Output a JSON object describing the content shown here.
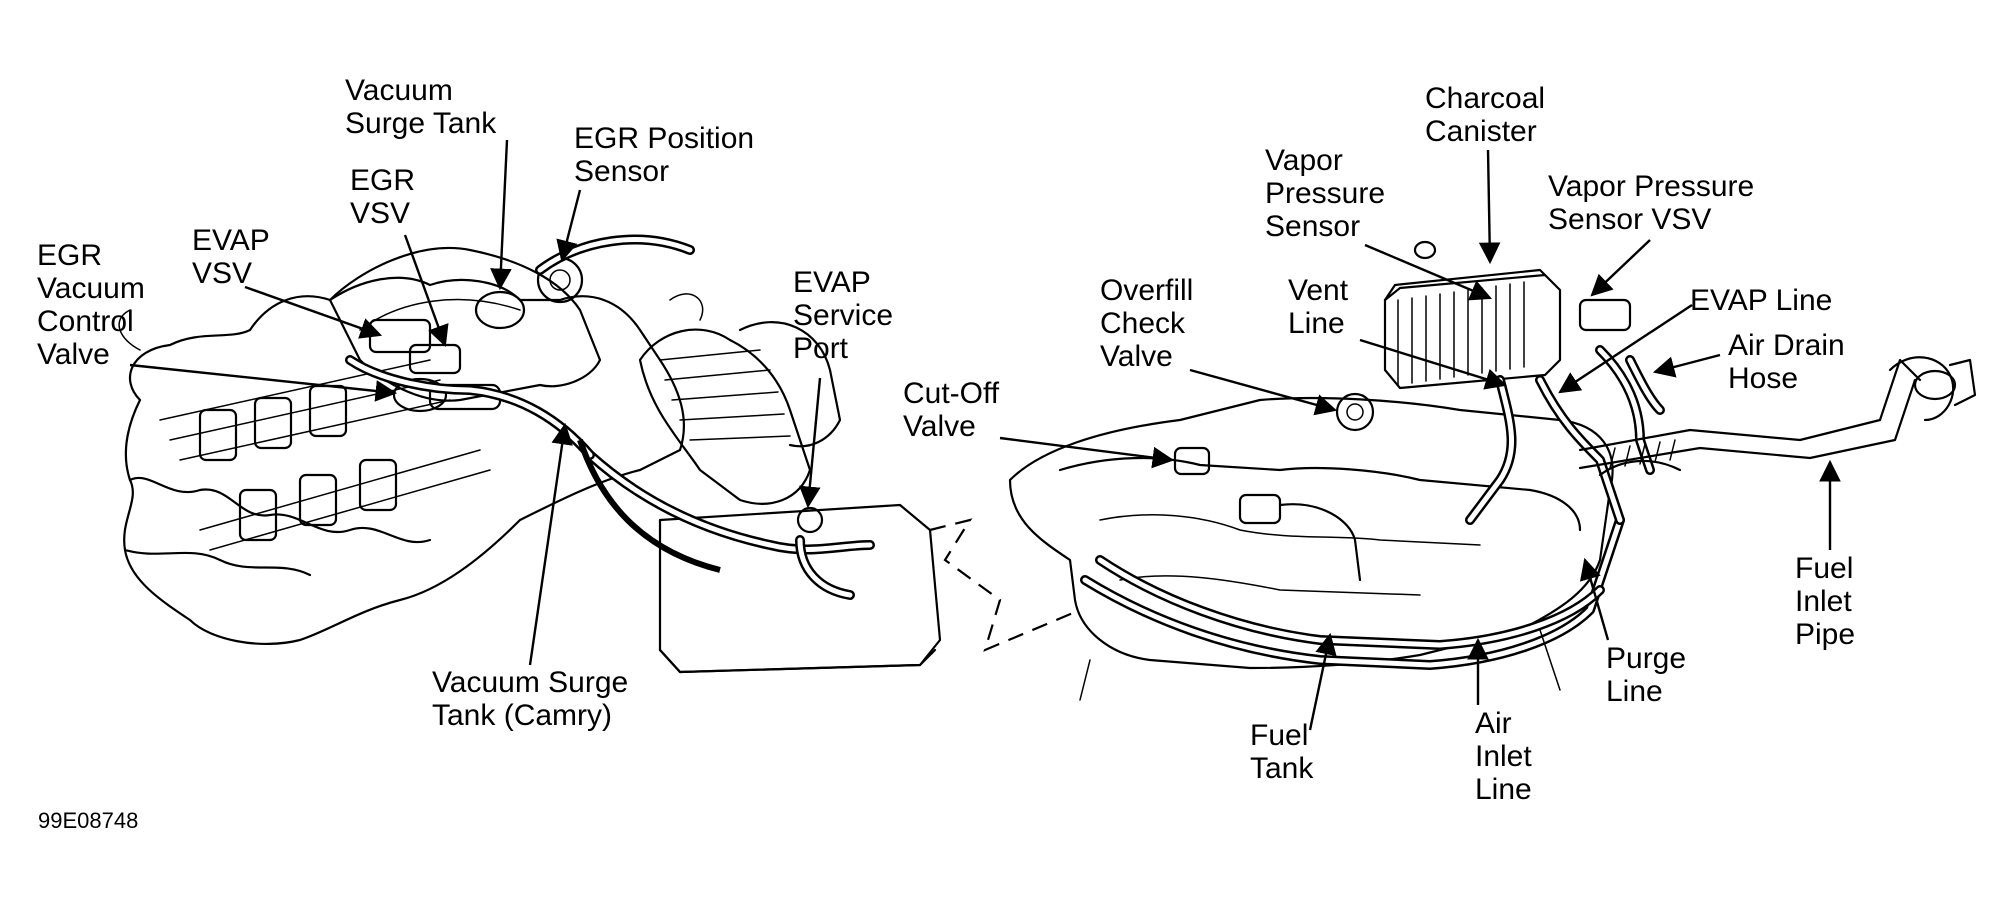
{
  "figure_code": "99E08748",
  "labels": {
    "vacuum_surge_tank": [
      "Vacuum",
      "Surge Tank"
    ],
    "egr_position_sensor": [
      "EGR Position",
      "Sensor"
    ],
    "egr_vsv": [
      "EGR",
      "VSV"
    ],
    "evap_vsv": [
      "EVAP",
      "VSV"
    ],
    "egr_vacuum_control_valve": [
      "EGR",
      "Vacuum",
      "Control",
      "Valve"
    ],
    "evap_service_port": [
      "EVAP",
      "Service",
      "Port"
    ],
    "vacuum_surge_tank_camry": [
      "Vacuum Surge",
      "Tank (Camry)"
    ],
    "cut_off_valve": [
      "Cut-Off",
      "Valve"
    ],
    "overfill_check_valve": [
      "Overfill",
      "Check",
      "Valve"
    ],
    "vent_line": [
      "Vent",
      "Line"
    ],
    "vapor_pressure_sensor": [
      "Vapor",
      "Pressure",
      "Sensor"
    ],
    "charcoal_canister": [
      "Charcoal",
      "Canister"
    ],
    "vapor_pressure_sensor_vsv": [
      "Vapor Pressure",
      "Sensor VSV"
    ],
    "evap_line": [
      "EVAP Line"
    ],
    "air_drain_hose": [
      "Air Drain",
      "Hose"
    ],
    "fuel_inlet_pipe": [
      "Fuel",
      "Inlet",
      "Pipe"
    ],
    "purge_line": [
      "Purge",
      "Line"
    ],
    "air_inlet_line": [
      "Air",
      "Inlet",
      "Line"
    ],
    "fuel_tank": [
      "Fuel",
      "Tank"
    ]
  }
}
